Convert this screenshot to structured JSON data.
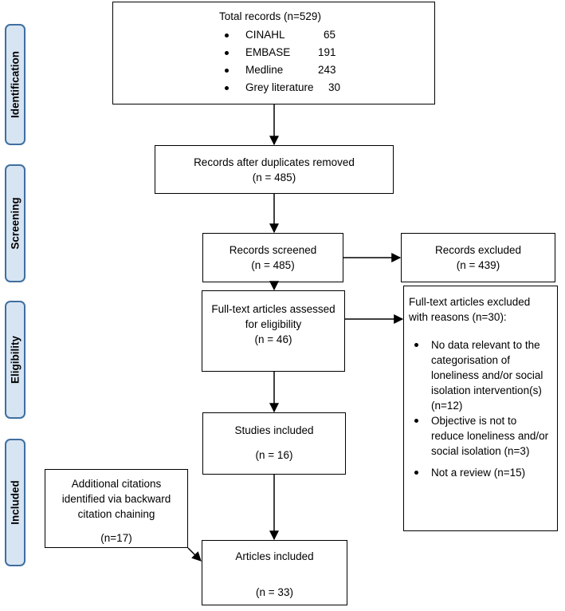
{
  "phases": {
    "identification": "Identification",
    "screening": "Screening",
    "eligibility": "Eligibility",
    "included": "Included"
  },
  "total_records": {
    "title": "Total records (n=529)",
    "databases": [
      {
        "name": "CINAHL",
        "count": "65"
      },
      {
        "name": "EMBASE",
        "count": "191"
      },
      {
        "name": "Medline",
        "count": "243"
      },
      {
        "name": "Grey literature",
        "count": "30"
      }
    ]
  },
  "duplicates_removed": {
    "title": "Records after duplicates removed",
    "n": "(n = 485)"
  },
  "screened": {
    "title": "Records screened",
    "n": "(n = 485)"
  },
  "excluded": {
    "title": "Records excluded",
    "n": "(n = 439)"
  },
  "fulltext": {
    "line1": "Full-text articles assessed",
    "line2": "for eligibility",
    "n": "(n = 46)"
  },
  "fulltext_excluded": {
    "line1": "Full-text articles excluded",
    "line2": "with reasons (n=30):",
    "reasons": [
      "No data relevant to the categorisation of loneliness and/or social isolation intervention(s) (n=12)",
      "Objective is not to reduce loneliness and/or social isolation (n=3)",
      "Not a review (n=15)"
    ]
  },
  "studies_included": {
    "title": "Studies included",
    "n": "(n = 16)"
  },
  "additional": {
    "line1": "Additional citations",
    "line2": "identified via backward",
    "line3": "citation chaining",
    "n": "(n=17)"
  },
  "articles_included": {
    "title": "Articles included",
    "n": "(n = 33)"
  }
}
